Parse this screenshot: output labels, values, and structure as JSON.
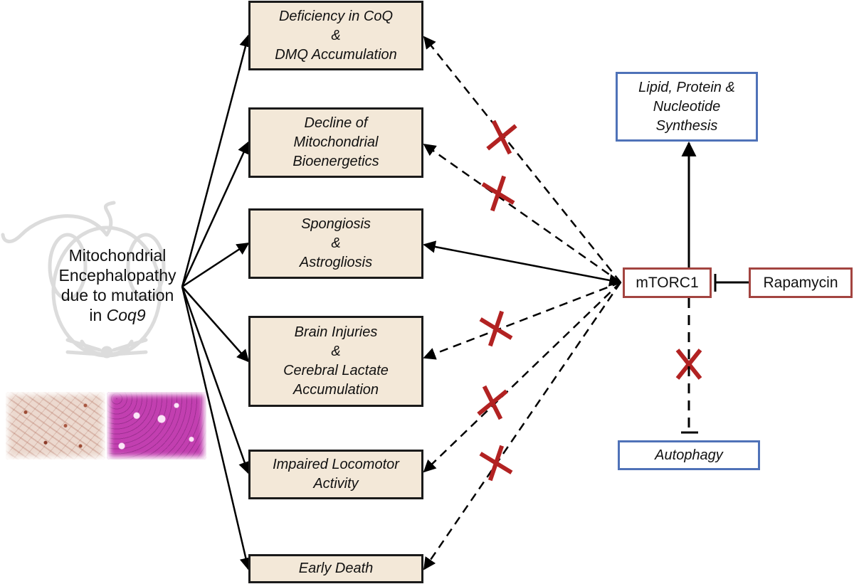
{
  "figure": {
    "disease": {
      "lines": [
        "Mitochondrial",
        "Encephalopathy",
        "due to mutation"
      ],
      "prefix": "in ",
      "gene": "Coq9"
    },
    "illustrations": {
      "mouse": "mouse-outline",
      "histology": [
        "astrogliosis-stain-image",
        "hematoxylin-eosin-stain-image"
      ]
    },
    "outcomes": [
      {
        "id": "coq",
        "lines": [
          "Deficiency in CoQ",
          "&",
          "DMQ Accumulation"
        ],
        "rapamycin_effect": "blocked"
      },
      {
        "id": "bioenergetics",
        "lines": [
          "Decline of",
          "Mitochondrial",
          "Bioenergetics"
        ],
        "rapamycin_effect": "blocked"
      },
      {
        "id": "spongiosis",
        "lines": [
          "Spongiosis",
          "&",
          "Astrogliosis"
        ],
        "rapamycin_effect": "active"
      },
      {
        "id": "brain",
        "lines": [
          "Brain Injuries",
          "&",
          "Cerebral Lactate",
          "Accumulation"
        ],
        "rapamycin_effect": "blocked"
      },
      {
        "id": "locomotor",
        "lines": [
          "Impaired Locomotor",
          "Activity"
        ],
        "rapamycin_effect": "blocked"
      },
      {
        "id": "death",
        "lines": [
          "Early Death"
        ],
        "rapamycin_effect": "blocked"
      }
    ],
    "mtorc1": {
      "label": "mTORC1"
    },
    "rapamycin": {
      "label": "Rapamycin"
    },
    "synthesis": {
      "lines": [
        "Lipid, Protein &",
        "Nucleotide",
        "Synthesis"
      ]
    },
    "autophagy": {
      "label": "Autophagy"
    },
    "colors": {
      "outcome_fill": "#f3e8d8",
      "outcome_border": "#1a1a1a",
      "blue_border": "#4f72b8",
      "red_border": "#a34440",
      "cross": "#b22222",
      "line": "#000000"
    }
  }
}
